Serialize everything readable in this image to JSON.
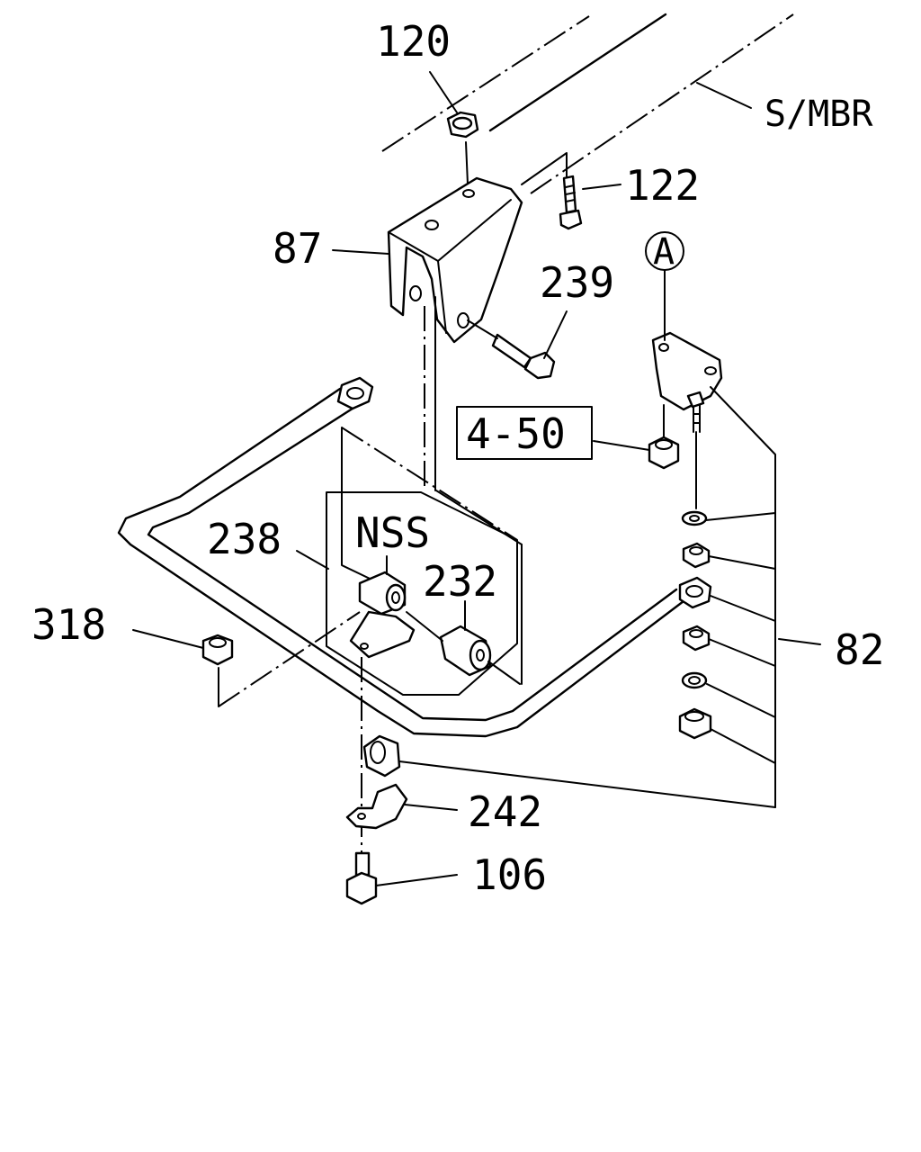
{
  "labels": {
    "p120": "120",
    "p122": "122",
    "p87": "87",
    "p239": "239",
    "a_circle": "A",
    "p4_50": "4-50",
    "smbr": "S/MBR",
    "p238": "238",
    "nss": "NSS",
    "p232": "232",
    "p318": "318",
    "p82": "82",
    "p242": "242",
    "p106": "106"
  }
}
